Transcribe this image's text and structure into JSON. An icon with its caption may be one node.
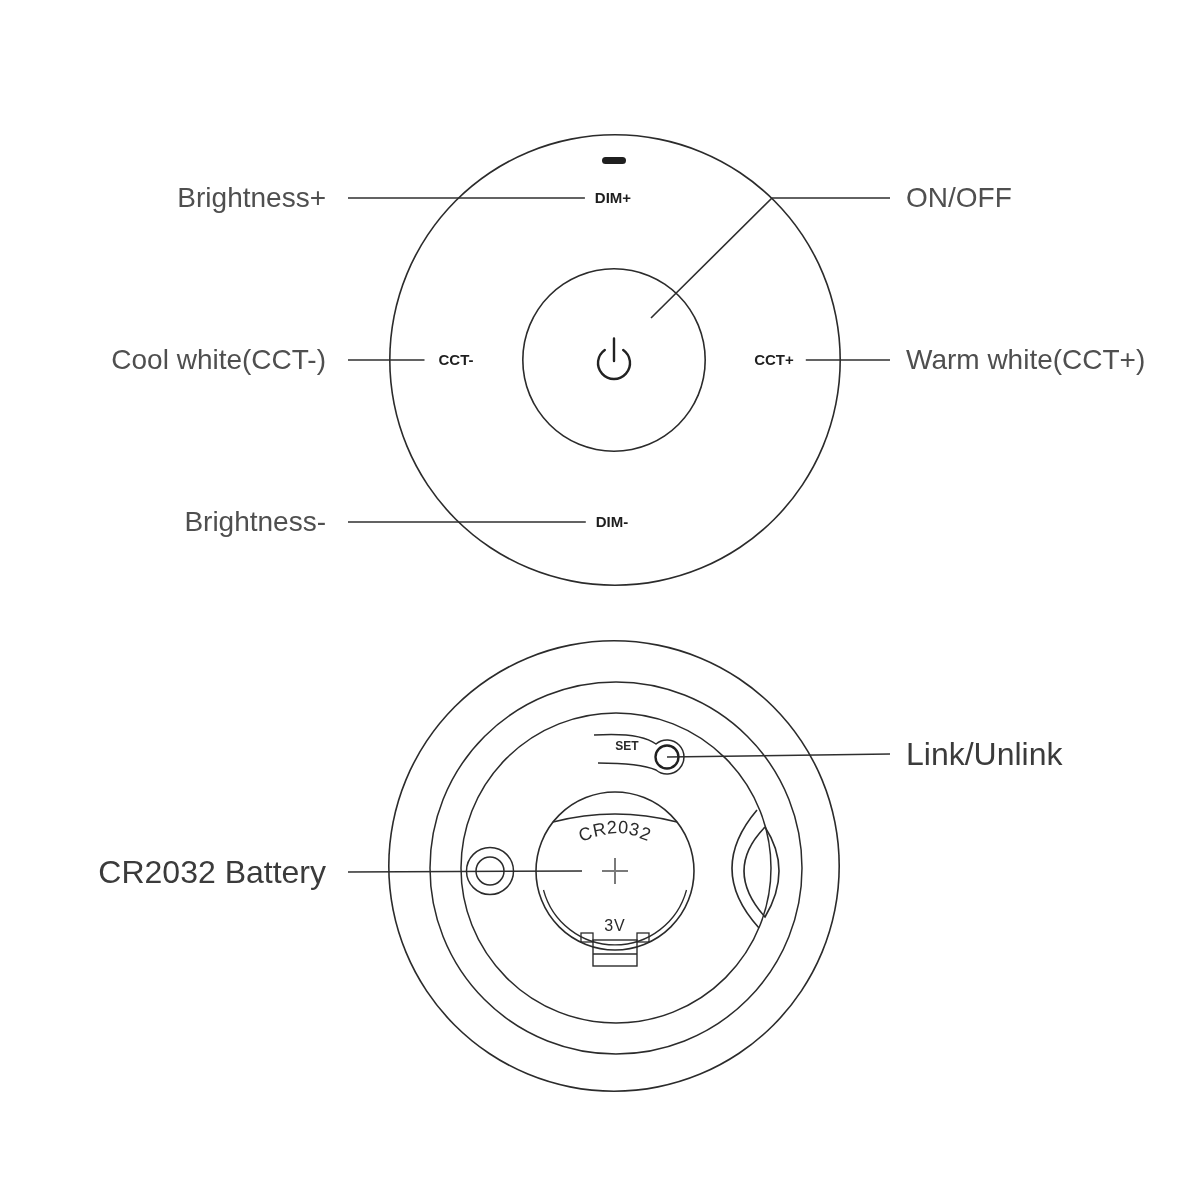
{
  "diagram": {
    "nodes": [
      {
        "text": [],
        "shape": "circle"
      },
      {
        "text": [
          "Brightness+"
        ]
      },
      {
        "text": [
          "DIM+"
        ],
        "in": 0
      },
      {
        "text": [
          "ON/OFF"
        ]
      },
      {
        "text": [],
        "shape": "circle",
        "in": 0
      },
      {
        "text": [
          "Cool white(CCT-)"
        ]
      },
      {
        "text": [
          "CCT-"
        ],
        "in": 0
      },
      {
        "text": [
          "CCT+"
        ],
        "in": 0
      },
      {
        "text": [
          "Warm white(CCT+)"
        ]
      },
      {
        "text": [
          "Brightness-"
        ]
      },
      {
        "text": [
          "DIM-"
        ],
        "in": 0
      },
      {
        "text": [],
        "shape": "circle"
      },
      {
        "text": [
          "Link/Unlink"
        ]
      },
      {
        "text": [
          "SET"
        ],
        "in": 11
      },
      {
        "text": [
          "CR2032 Battery"
        ]
      },
      {
        "text": [
          "CR2032",
          "3V"
        ],
        "in": 11
      }
    ],
    "edges": [
      {
        "from": 1,
        "to": 2,
        "arrow": "none"
      },
      {
        "from": 3,
        "to": 4,
        "arrow": "none"
      },
      {
        "from": 5,
        "to": 6,
        "arrow": "none"
      },
      {
        "from": 8,
        "to": 7,
        "arrow": "none"
      },
      {
        "from": 9,
        "to": 10,
        "arrow": "none"
      },
      {
        "from": 12,
        "to": 13,
        "arrow": "none"
      },
      {
        "from": 14,
        "to": 15,
        "arrow": "none"
      }
    ]
  }
}
